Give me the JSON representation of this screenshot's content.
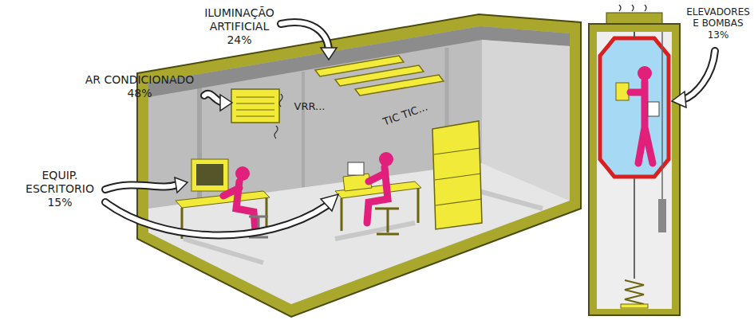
{
  "diagram": {
    "labels": [
      "ILUMINAÇÃO ARTIFICIAL 24%",
      "AR CONDICIONADO 48%",
      "VRR...",
      "TIC TIC...",
      "EQUIP. ESCRITORIO 15%",
      "ELEVADORES E BOMBAS 13%"
    ]
  }
}
